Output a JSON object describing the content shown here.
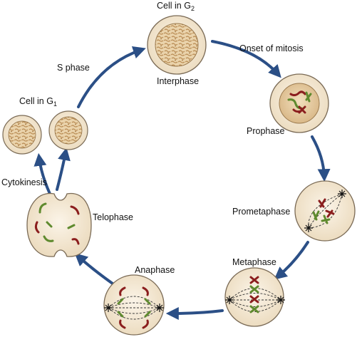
{
  "labels": {
    "cell_g2": "Cell in G",
    "cell_g2_sub": "2",
    "interphase": "Interphase",
    "onset": "Onset of mitosis",
    "s_phase": "S phase",
    "cell_g1": "Cell in G",
    "cell_g1_sub": "1",
    "prophase": "Prophase",
    "cytokinesis": "Cytokinesis",
    "telophase": "Telophase",
    "prometaphase": "Prometaphase",
    "metaphase": "Metaphase",
    "anaphase": "Anaphase"
  },
  "colors": {
    "arrow": "#2b4f86",
    "cell_fill": "#f5ead6",
    "cell_edge": "#7a6a55",
    "nucleus_fill": "#e8cfa5",
    "chromatin": "#c49a62",
    "chrom_red": "#8b1e1e",
    "chrom_green": "#5f8a2e"
  }
}
